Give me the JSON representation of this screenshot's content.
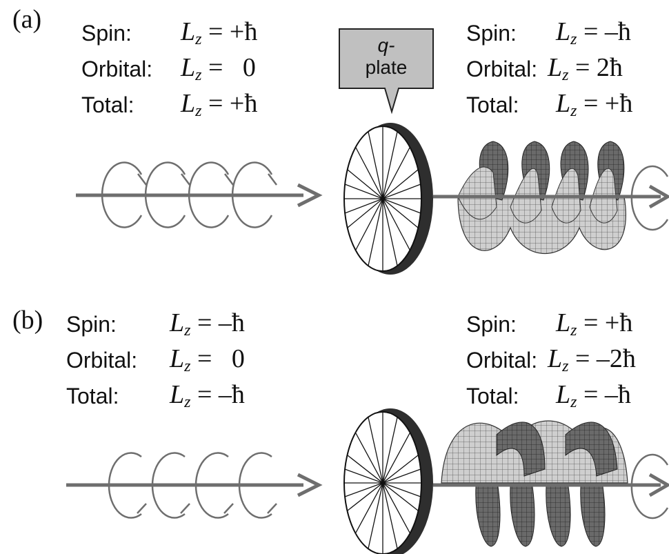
{
  "panel_a": {
    "label": "(a)",
    "input": {
      "spin": {
        "name": "Spin:",
        "value": "= +ħ"
      },
      "orbital": {
        "name": "Orbital:",
        "value": "=   0"
      },
      "total": {
        "name": "Total:",
        "value": "= +ħ"
      }
    },
    "output": {
      "spin": {
        "name": "Spin:",
        "value": "= –ħ"
      },
      "orbital": {
        "name": "Orbital:",
        "value": "= 2ħ"
      },
      "total": {
        "name": "Total:",
        "value": "= +ħ"
      }
    },
    "callout": {
      "line1": "q-",
      "line2": "plate"
    }
  },
  "panel_b": {
    "label": "(b)",
    "input": {
      "spin": {
        "name": "Spin:",
        "value": "= –ħ"
      },
      "orbital": {
        "name": "Orbital:",
        "value": "=   0"
      },
      "total": {
        "name": "Total:",
        "value": "= –ħ"
      }
    },
    "output": {
      "spin": {
        "name": "Spin:",
        "value": "= +ħ"
      },
      "orbital": {
        "name": "Orbital:",
        "value": "= –2ħ"
      },
      "total": {
        "name": "Total:",
        "value": "= –ħ"
      }
    }
  },
  "symbol": {
    "L": "L",
    "sub": "z"
  },
  "colors": {
    "arrow": "#6e6e6e",
    "callout_fill": "#c0c0c0",
    "disc_rim": "#333333"
  }
}
